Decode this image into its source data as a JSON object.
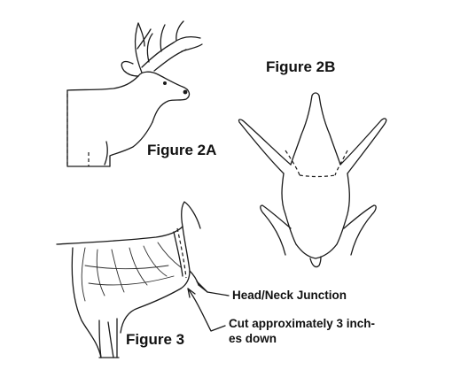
{
  "figures": {
    "fig2a": {
      "label": "Figure 2A"
    },
    "fig2b": {
      "label": "Figure 2B"
    },
    "fig3": {
      "label": "Figure 3"
    }
  },
  "annotations": {
    "head_neck": "Head/Neck Junction",
    "cut_line1": "Cut approximately 3 inch-",
    "cut_line2": "es down"
  },
  "colors": {
    "ink": "#1a1a1a",
    "background": "#ffffff"
  }
}
